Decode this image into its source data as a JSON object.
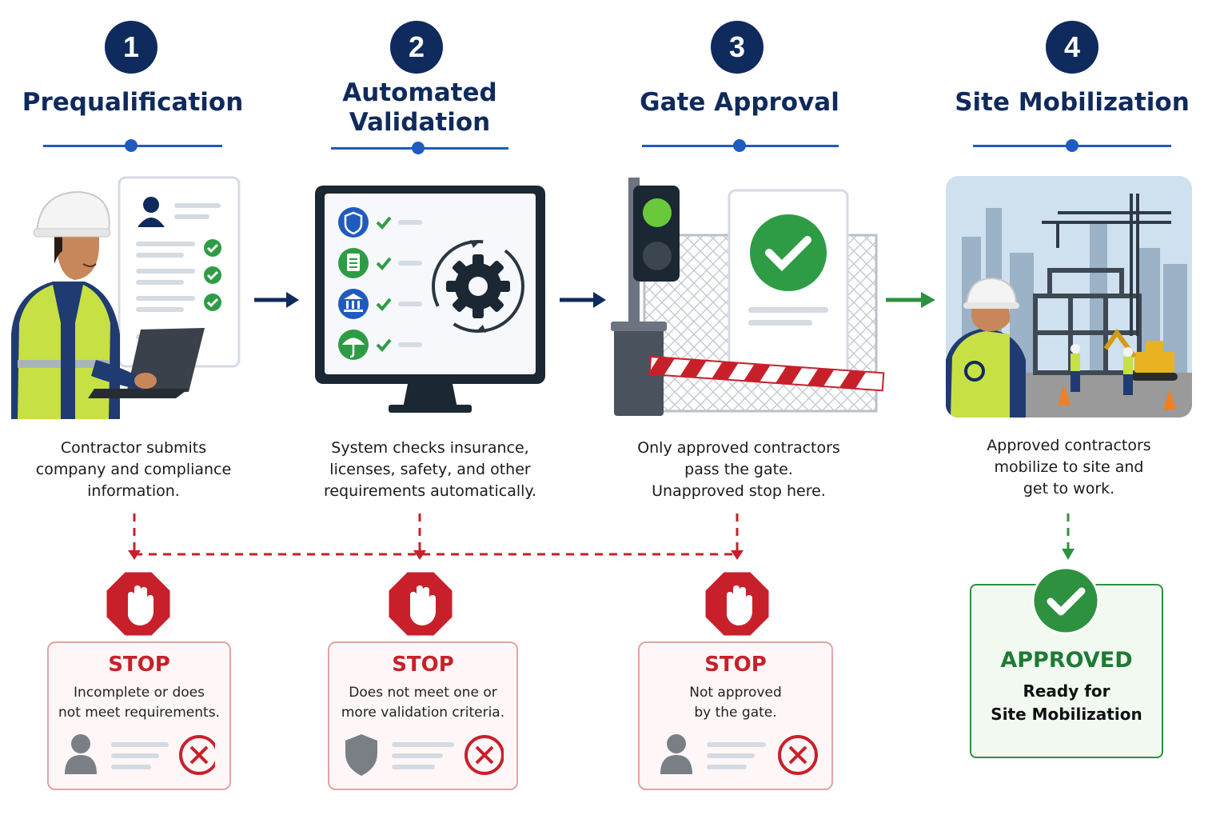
{
  "colors": {
    "navy": "#0f2a5c",
    "blue": "#1f5bbf",
    "stop_red": "#c8202a",
    "approved_green": "#2e9140"
  },
  "steps": [
    {
      "number": "1",
      "title": "Prequalification",
      "description": "Contractor submits\ncompany and compliance\ninformation.",
      "illustration": "worker-laptop-checklist"
    },
    {
      "number": "2",
      "title": "Automated\nValidation",
      "description": "System checks insurance,\nlicenses, safety, and other\nrequirements automatically.",
      "illustration": "monitor-gear-checks"
    },
    {
      "number": "3",
      "title": "Gate Approval",
      "description": "Only approved contractors\npass the gate.\nUnapproved stop here.",
      "illustration": "traffic-light-barrier-gate"
    },
    {
      "number": "4",
      "title": "Site Mobilization",
      "description": "Approved contractors\nmobilize to site and\nget to work.",
      "illustration": "construction-site"
    }
  ],
  "stops": [
    {
      "title": "STOP",
      "reason": "Incomplete or does\nnot meet requirements.",
      "icon": "person-icon"
    },
    {
      "title": "STOP",
      "reason": "Does not meet one or\nmore validation criteria.",
      "icon": "shield-icon"
    },
    {
      "title": "STOP",
      "reason": "Not approved\nby the gate.",
      "icon": "person-icon"
    }
  ],
  "approved": {
    "title": "APPROVED",
    "subtitle": "Ready for\nSite Mobilization"
  }
}
